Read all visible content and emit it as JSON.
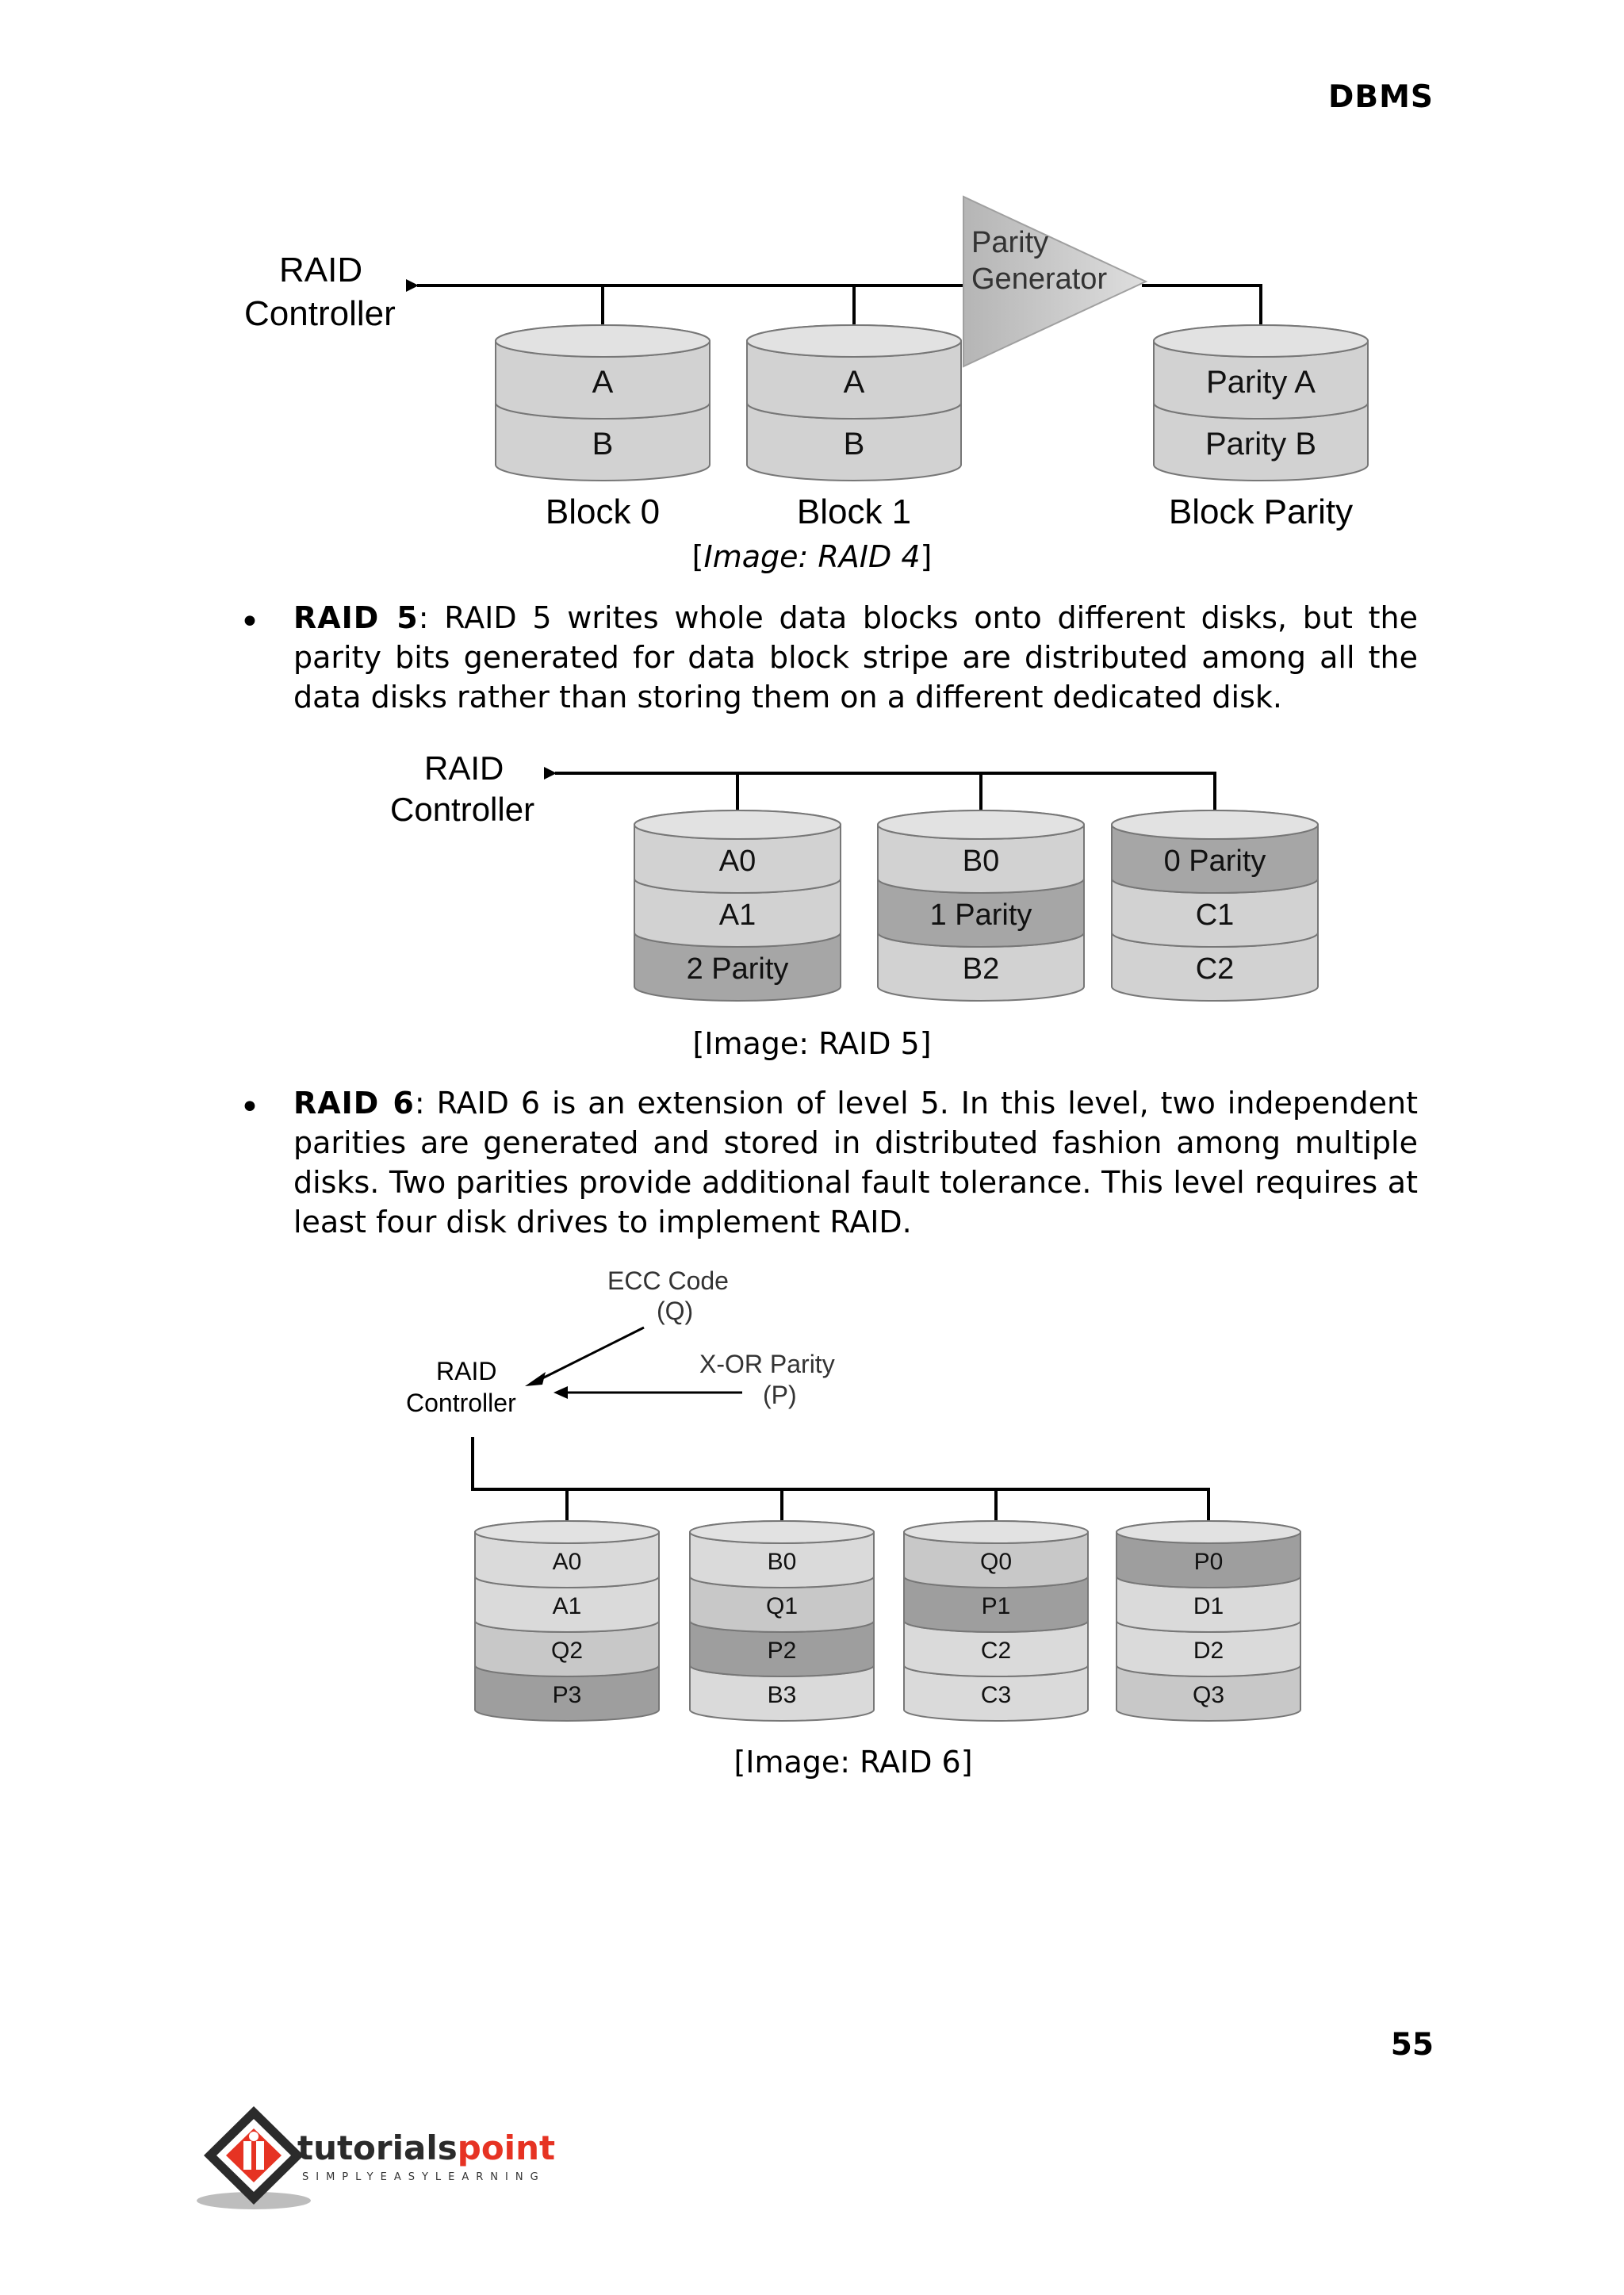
{
  "header": {
    "title": "DBMS"
  },
  "figures": {
    "raid4": {
      "controller": [
        "RAID",
        "Controller"
      ],
      "parity_generator": [
        "Parity",
        "Generator"
      ],
      "disks": [
        {
          "label": "Block 0",
          "blocks": [
            "A",
            "B"
          ]
        },
        {
          "label": "Block 1",
          "blocks": [
            "A",
            "B"
          ]
        },
        {
          "label": "Block Parity",
          "blocks": [
            "Parity A",
            "Parity B"
          ]
        }
      ],
      "caption": "Image: RAID 4"
    },
    "raid5": {
      "controller": [
        "RAID",
        "Controller"
      ],
      "disks": [
        {
          "blocks": [
            "A0",
            "A1",
            "2 Parity"
          ]
        },
        {
          "blocks": [
            "B0",
            "1 Parity",
            "B2"
          ]
        },
        {
          "blocks": [
            "0 Parity",
            "C1",
            "C2"
          ]
        }
      ],
      "caption": "[Image: RAID 5]"
    },
    "raid6": {
      "controller": [
        "RAID",
        "Controller"
      ],
      "ecc": [
        "ECC Code",
        "(Q)"
      ],
      "xor": [
        "X-OR Parity",
        "(P)"
      ],
      "disks": [
        {
          "blocks": [
            "A0",
            "A1",
            "Q2",
            "P3"
          ]
        },
        {
          "blocks": [
            "B0",
            "Q1",
            "P2",
            "B3"
          ]
        },
        {
          "blocks": [
            "Q0",
            "P1",
            "C2",
            "C3"
          ]
        },
        {
          "blocks": [
            "P0",
            "D1",
            "D2",
            "Q3"
          ]
        }
      ],
      "caption": "[Image: RAID 6]"
    }
  },
  "bullets": [
    {
      "term": "RAID 5",
      "text": ": RAID 5 writes whole data blocks onto different disks, but the parity bits generated for data block stripe are distributed among all the data disks rather than storing them on a different dedicated disk."
    },
    {
      "term": "RAID 6",
      "text": ": RAID 6 is an extension of level 5. In this level, two independent parities are generated and stored in distributed fashion among multiple disks. Two parities provide additional fault tolerance. This level requires at least four disk drives to implement RAID."
    }
  ],
  "footer": {
    "page_number": "55",
    "logo_main_a": "tutorials",
    "logo_main_b": "point",
    "logo_tagline": "SIMPLYEASYLEARNING"
  },
  "colors": {
    "disk_light": "#d2d2d2",
    "disk_medium": "#a6a6a6",
    "disk_dark": "#8a8a8a",
    "logo_red": "#e63323"
  }
}
